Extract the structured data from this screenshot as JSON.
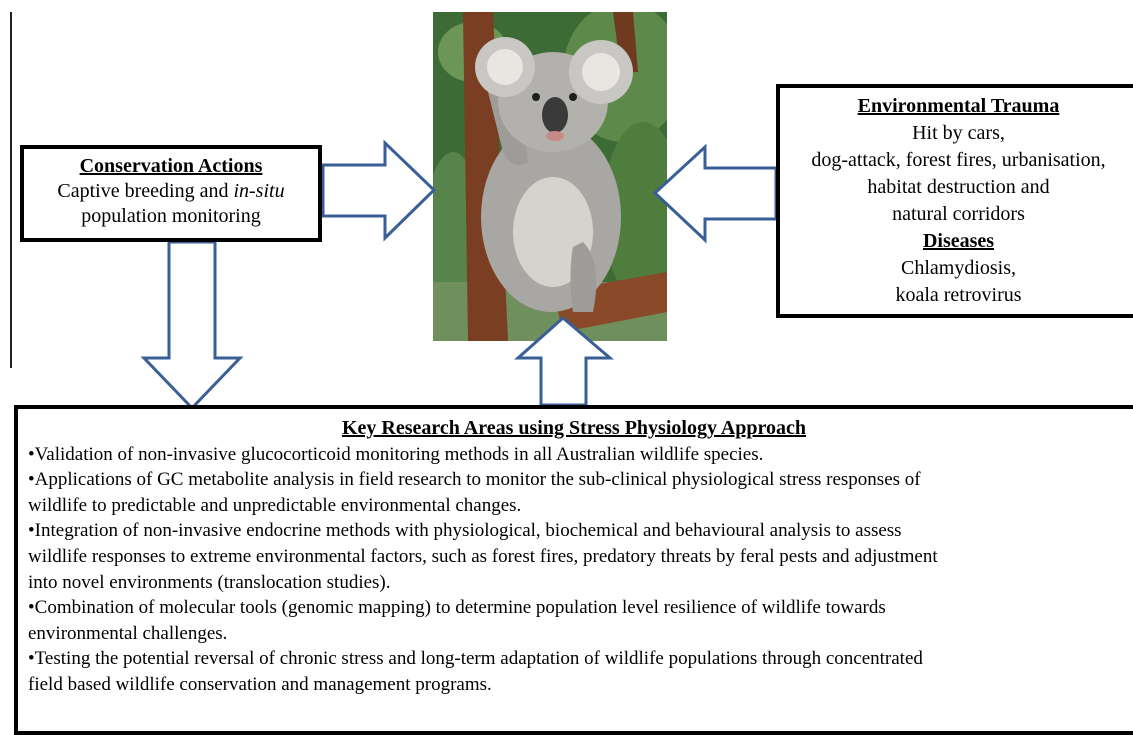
{
  "conservation": {
    "heading": "Conservation Actions",
    "line1_a": "Captive breeding and ",
    "line1_b": "in-situ",
    "line2": "population monitoring"
  },
  "trauma": {
    "heading": "Environmental Trauma",
    "lines": [
      "Hit by cars,",
      "dog-attack, forest fires, urbanisation,",
      "habitat destruction and",
      "natural corridors"
    ],
    "diseases_heading": "Diseases",
    "disease_lines": [
      "Chlamydiosis,",
      "koala retrovirus"
    ]
  },
  "research": {
    "heading": "Key Research Areas using Stress Physiology Approach",
    "bullets": [
      [
        "•Validation of non-invasive glucocorticoid monitoring methods in all Australian wildlife species."
      ],
      [
        "•Applications of GC metabolite analysis in field research to monitor the sub-clinical physiological stress responses of",
        "wildlife to predictable and unpredictable environmental changes."
      ],
      [
        "•Integration of non-invasive endocrine methods with physiological, biochemical and behavioural analysis to assess",
        "wildlife responses to extreme environmental factors, such as forest fires, predatory threats by feral pests and adjustment",
        "into novel environments (translocation studies)."
      ],
      [
        "•Combination of molecular tools (genomic mapping) to determine population level resilience of wildlife towards",
        "environmental challenges."
      ],
      [
        "•Testing the potential reversal of chronic stress and long-term adaptation of wildlife populations through concentrated",
        "field based wildlife conservation and management programs."
      ]
    ]
  },
  "colors": {
    "arrow_stroke": "#3a5f96",
    "fur": "#a9a7a3",
    "bark": "#7a3e22",
    "leaves": "#2f6b2c"
  }
}
